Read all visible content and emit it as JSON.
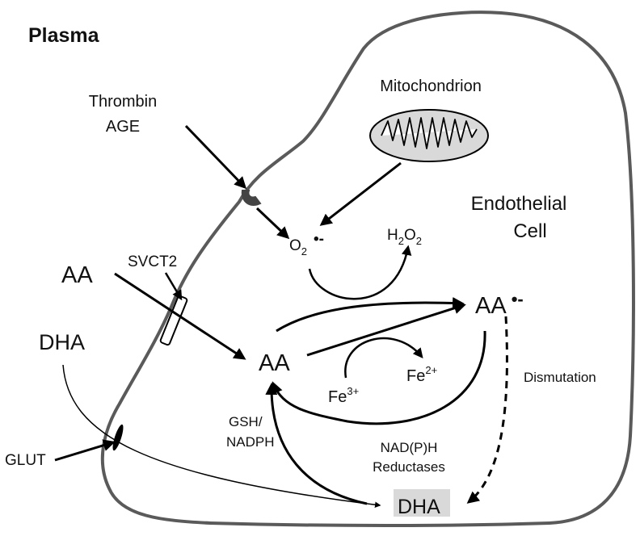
{
  "title": "Plasma",
  "cell_label": {
    "line1": "Endothelial",
    "line2": "Cell"
  },
  "mitochondrion": "Mitochondrion",
  "stimulus": {
    "line1": "Thrombin",
    "line2": "AGE"
  },
  "superoxide": {
    "base": "O",
    "sub": "2",
    "radical": "•-"
  },
  "peroxide": {
    "h": "H",
    "sub1": "2",
    "o": "O",
    "sub2": "2"
  },
  "ascorbate_radical": {
    "base": "AA",
    "radical": "•-"
  },
  "aa_plasma": "AA",
  "aa_cell": "AA",
  "dha_plasma": "DHA",
  "dha_cell": "DHA",
  "svct2": "SVCT2",
  "glut": "GLUT",
  "fe3": {
    "base": "Fe",
    "sup": "3+"
  },
  "fe2": {
    "base": "Fe",
    "sup": "2+"
  },
  "gsh": {
    "line1": "GSH/",
    "line2": "NADPH"
  },
  "reductases": {
    "line1": "NAD(P)H",
    "line2": "Reductases"
  },
  "dismutation": "Dismutation",
  "colors": {
    "membrane": "#5a5a5a",
    "mito_fill": "#d9d9d9",
    "dha_fill": "#d9d9d9",
    "arrow": "#000000"
  }
}
